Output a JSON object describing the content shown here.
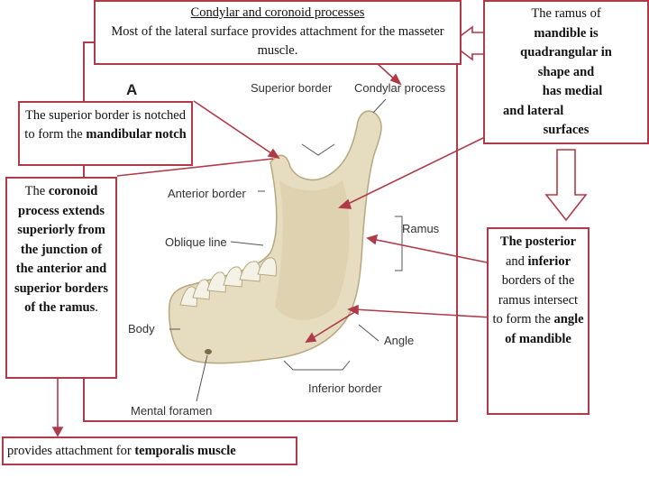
{
  "top_box": {
    "title": "Condylar and coronoid processes",
    "text": "Most of the lateral surface provides attachment for the masseter muscle."
  },
  "ramus_box": {
    "l1": "The ramus of",
    "l2": "mandible is",
    "l3": "quadrangular in",
    "l4": "shape and",
    "l5": "has medial",
    "l6": "and lateral",
    "l7": "surfaces"
  },
  "notch_box": {
    "text": "The superior border is notched to form the",
    "bold": "mandibular notch"
  },
  "coronoid_box": {
    "intro": "The",
    "b1": "coronoid process extends superiorly from the junction of the anterior and superior borders of the ramus",
    "end": "."
  },
  "angle_box": {
    "b1": "The posterior",
    "t1": "and",
    "b2": "inferior",
    "t2": "borders of the ramus intersect to form the",
    "b3": "angle of mandible"
  },
  "temporalis_box": {
    "text": "provides attachment for",
    "bold": "temporalis muscle"
  },
  "figure": {
    "panel_letter": "A",
    "labels": {
      "superior_border": "Superior border",
      "condylar_process": "Condylar process",
      "anterior_border": "Anterior border",
      "ramus": "Ramus",
      "oblique_line": "Oblique line",
      "body": "Body",
      "angle": "Angle",
      "inferior_border": "Inferior border",
      "mental_foramen": "Mental foramen"
    }
  },
  "colors": {
    "accent": "#b03a48",
    "bone": "#e6dcc0",
    "bone_shadow": "#c9bb94",
    "tooth": "#f4f1e6"
  }
}
